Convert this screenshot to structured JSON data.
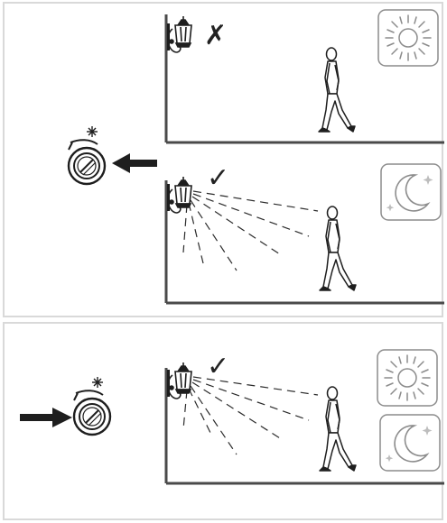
{
  "scenes": [
    {
      "id": "day-no-detection",
      "condition_icon": "sun-icon",
      "status_mark": "✗",
      "lamp_state": "off"
    },
    {
      "id": "night-detection",
      "condition_icon": "moon-icon",
      "status_mark": "✓",
      "lamp_state": "on"
    },
    {
      "id": "always-on",
      "condition_icons": [
        "sun-icon",
        "moon-icon"
      ],
      "status_mark": "✓",
      "lamp_state": "on"
    }
  ],
  "dial_settings": [
    {
      "panel": "top",
      "position": "twilight-sensor",
      "arrow": "pointing-left"
    },
    {
      "panel": "bottom",
      "position": "always",
      "arrow": "pointing-right"
    }
  ],
  "colors": {
    "line": "#2b2b2b",
    "floor": "#4a4a4a",
    "panel_border": "#d9d9d9",
    "icon_stroke": "#8c8c8c"
  }
}
